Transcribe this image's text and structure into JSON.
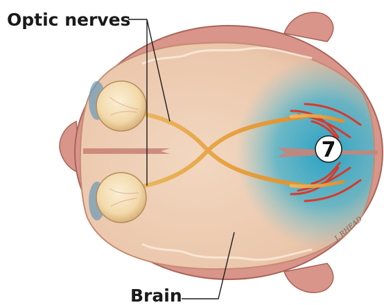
{
  "labels": {
    "optic_nerves": "Optic nerves",
    "brain": "Brain",
    "visual_area_number": "7"
  },
  "artist_signature": "J. RHEAD",
  "colors": {
    "skull": "#d9958a",
    "brain_tissue": "#f4dcb8",
    "optic_nerve": "#e6a43a",
    "visual_cortex_glow": "#2aa6c8",
    "optic_radiation": "#d8392b"
  }
}
